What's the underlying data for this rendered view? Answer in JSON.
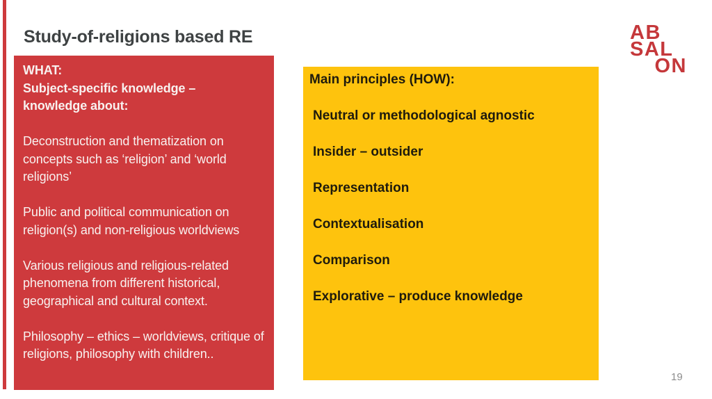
{
  "slide": {
    "title": "Study-of-religions based RE",
    "page_number": "19"
  },
  "what_box": {
    "heading_lines": [
      "WHAT:",
      "Subject-specific knowledge –",
      "knowledge about:"
    ],
    "paragraphs": [
      "Deconstruction and thematization on concepts such as ‘religion’ and ‘world religions’",
      "Public and political communication on religion(s) and non-religious worldviews",
      "Various religious and religious-related phenomena from different historical, geographical and cultural context.",
      "Philosophy – ethics – worldviews, critique of religions, philosophy with children.."
    ]
  },
  "how_box": {
    "heading": "Main principles (HOW):",
    "items": [
      "Neutral or methodological agnostic",
      "Insider – outsider",
      "Representation",
      "Contextualisation",
      "Comparison",
      "Explorative – produce knowledge"
    ]
  },
  "logo": {
    "lines": [
      "AB",
      "SAL",
      "ON"
    ]
  },
  "colors": {
    "box_red": "#ce3a3d",
    "box_yellow": "#fec30d",
    "logo_red": "#c5383b",
    "title_gray": "#3e4243",
    "red_box_text": "#f8f1ef",
    "yellow_box_text": "#1f1b0d",
    "page_number_gray": "#8c8c8c"
  }
}
